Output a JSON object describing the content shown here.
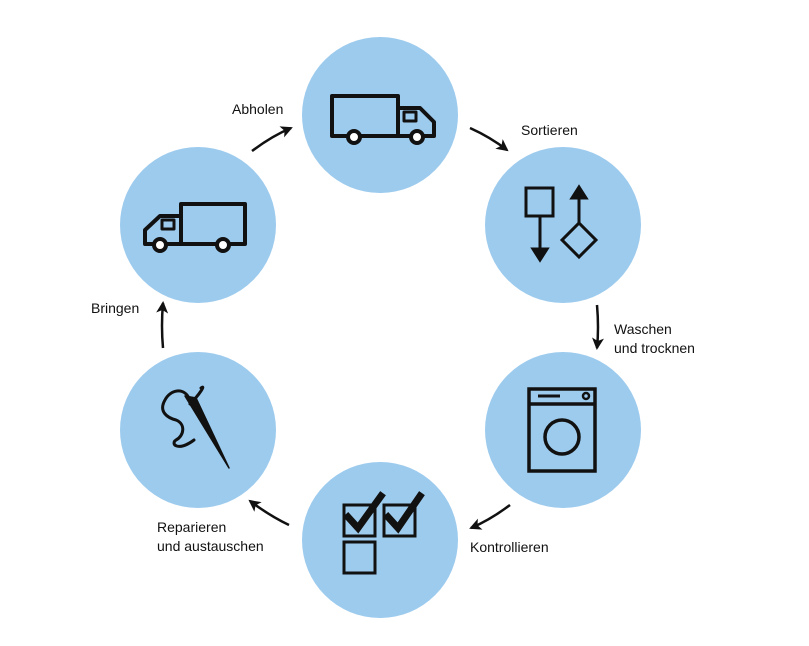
{
  "colors": {
    "circle_fill": "#9dcbee",
    "icon_stroke": "#111111",
    "arrow_color": "#111111",
    "background": "#ffffff"
  },
  "steps": [
    {
      "label_lines": [
        "Abholen"
      ],
      "icon": "truck-right-icon"
    },
    {
      "label_lines": [
        "Sortieren"
      ],
      "icon": "sort-icon"
    },
    {
      "label_lines": [
        "Waschen",
        "und trocknen"
      ],
      "icon": "washing-machine-icon"
    },
    {
      "label_lines": [
        "Kontrollieren"
      ],
      "icon": "checkboxes-icon"
    },
    {
      "label_lines": [
        "Reparieren",
        "und austauschen"
      ],
      "icon": "needle-thread-icon"
    },
    {
      "label_lines": [
        "Bringen"
      ],
      "icon": "truck-left-icon"
    }
  ]
}
